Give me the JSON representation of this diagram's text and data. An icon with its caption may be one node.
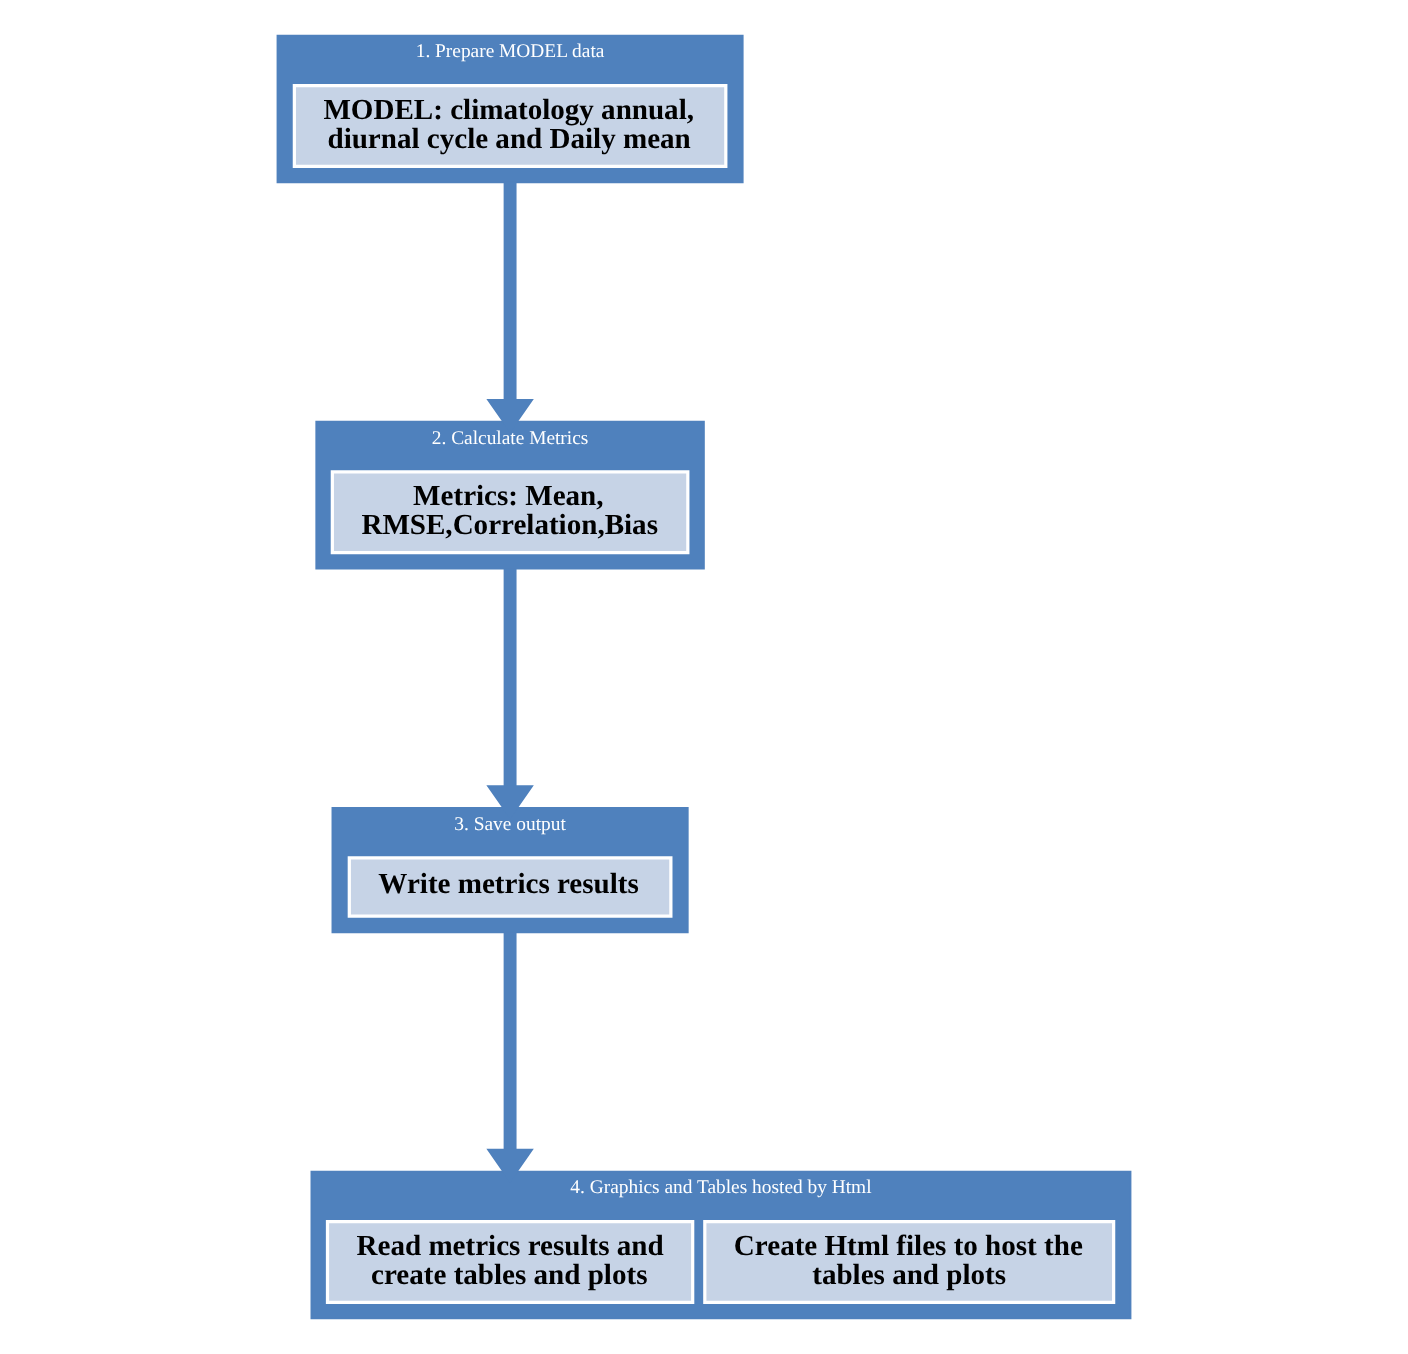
{
  "diagram": {
    "nodes": [
      {
        "text": [
          "1. Prepare MODEL data"
        ]
      },
      {
        "text": [
          "MODEL: climatology annual, diurnal cycle and Daily mean"
        ],
        "in": 0
      },
      {
        "text": [
          "2. Calculate Metrics"
        ]
      },
      {
        "text": [
          "Metrics: Mean, RMSE,Correlation,Bias"
        ],
        "in": 2
      },
      {
        "text": [
          "3. Save output"
        ]
      },
      {
        "text": [
          "Write metrics results"
        ],
        "in": 4
      },
      {
        "text": [
          "4. Graphics and Tables hosted by Html"
        ]
      },
      {
        "text": [
          "Read metrics results and create tables and plots"
        ],
        "in": 6
      },
      {
        "text": [
          "Create Html files to host the tables and plots"
        ],
        "in": 6
      }
    ],
    "edges": [
      {
        "from": 0,
        "to": 2,
        "arrow": "to"
      },
      {
        "from": 2,
        "to": 4,
        "arrow": "to"
      },
      {
        "from": 4,
        "to": 6,
        "arrow": "to"
      }
    ]
  }
}
